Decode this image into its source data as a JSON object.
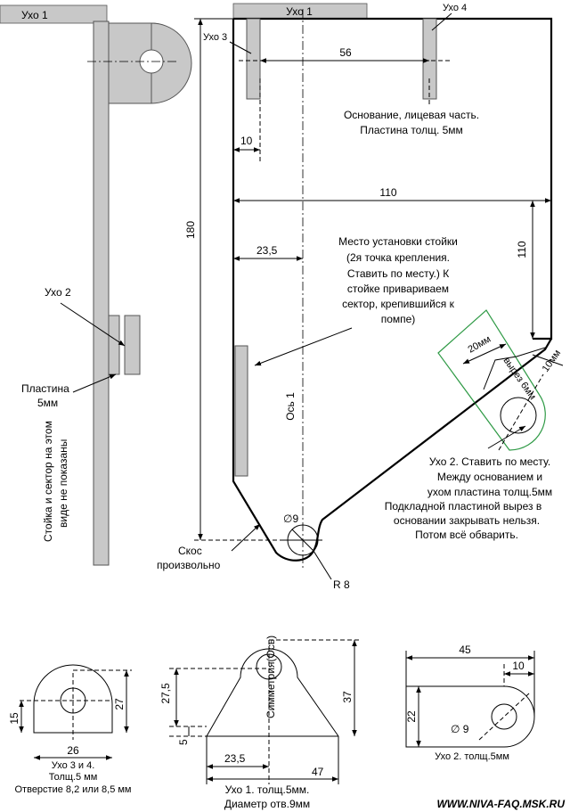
{
  "labels": {
    "ukho1_left": "Ухо 1",
    "ukho1_top": "Ухо 1",
    "ukho3": "Ухо 3",
    "ukho4": "Ухо 4",
    "ukho2_side": "Ухо 2",
    "plastina": "Пластина",
    "plastina_5mm": "5мм",
    "stoika_note_1": "Стойка и сектор на этом",
    "stoika_note_2": "виде не показаны",
    "osnovanie_1": "Основание, лицевая часть.",
    "osnovanie_2": "Пластина толщ. 5мм",
    "mesto_1": "Место установки стойки",
    "mesto_2": "(2я точка крепления.",
    "mesto_3": "Ставить по месту.) К",
    "mesto_4": "стойке привариваем",
    "mesto_5": "сектор, крепившийся к",
    "mesto_6": "помпе)",
    "os1": "Ось 1",
    "skos_1": "Скос",
    "skos_2": "произвольно",
    "r8": "R 8",
    "d9_main": "∅9",
    "vyrez": "вырез 6мм",
    "ukho2_note_1": "Ухо 2. Ставить по месту.",
    "ukho2_note_2": "Между основанием и",
    "ukho2_note_3": "ухом пластина толщ.5мм",
    "ukho2_note_4": "Подкладной пластиной вырез в",
    "ukho2_note_5": "основании закрывать нельзя.",
    "ukho2_note_6": "Потом всё обварить.",
    "ukho34_1": "Ухо 3 и 4.",
    "ukho34_2": "Толщ.5 мм",
    "ukho34_3": "Отверстие 8,2 или 8,5 мм",
    "ukho1_detail_1": "Ухо 1. толщ.5мм.",
    "ukho1_detail_2": "Диаметр отв.9мм",
    "ukho1_axis": "Симметрия(Ось)",
    "ukho2_detail": "Ухо 2. толщ.5мм",
    "d9_detail": "∅ 9",
    "website": "WWW.NIVA-FAQ.MSK.RU"
  },
  "dims": {
    "d56": "56",
    "d10": "10",
    "d110h": "110",
    "d110v": "110",
    "d180": "180",
    "d23_5": "23,5",
    "d20mm": "20мм",
    "d10mm": "10мм",
    "e15": "15",
    "e27": "27",
    "e26": "26",
    "f27_5": "27,5",
    "f37": "37",
    "f5": "5",
    "f23_5": "23,5",
    "f47": "47",
    "g45": "45",
    "g10": "10",
    "g22": "22"
  }
}
